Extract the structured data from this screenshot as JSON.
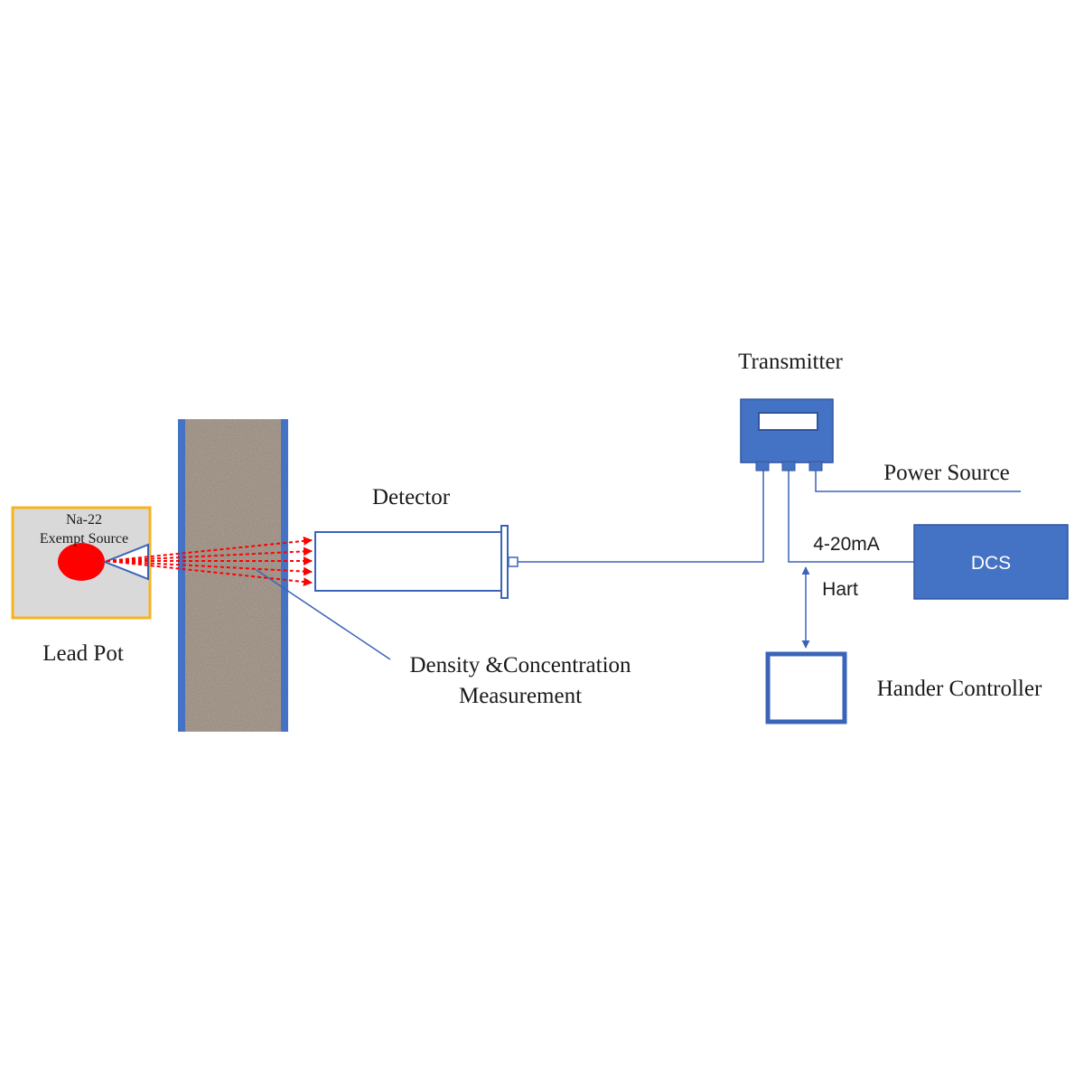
{
  "labels": {
    "source_name": "Na-22",
    "source_type": "Exempt Source",
    "lead_pot": "Lead Pot",
    "detector": "Detector",
    "measurement_line1": "Density &Concentration",
    "measurement_line2": "Measurement",
    "transmitter": "Transmitter",
    "power_source": "Power Source",
    "signal": "4-20mA",
    "dcs": "DCS",
    "hart": "Hart",
    "hand_controller": "Hander Controller"
  },
  "colors": {
    "blue_fill": "#4472c4",
    "blue_line": "#3a64b8",
    "gold_border": "#f5b41e",
    "pot_fill": "#d9d9d9",
    "source_red": "#ff0000",
    "beam_red": "#ff0000"
  },
  "icons": {
    "source": "radioactive-source-circle",
    "collimator": "collimator-triangle",
    "pipe": "pipe-wall-section"
  }
}
